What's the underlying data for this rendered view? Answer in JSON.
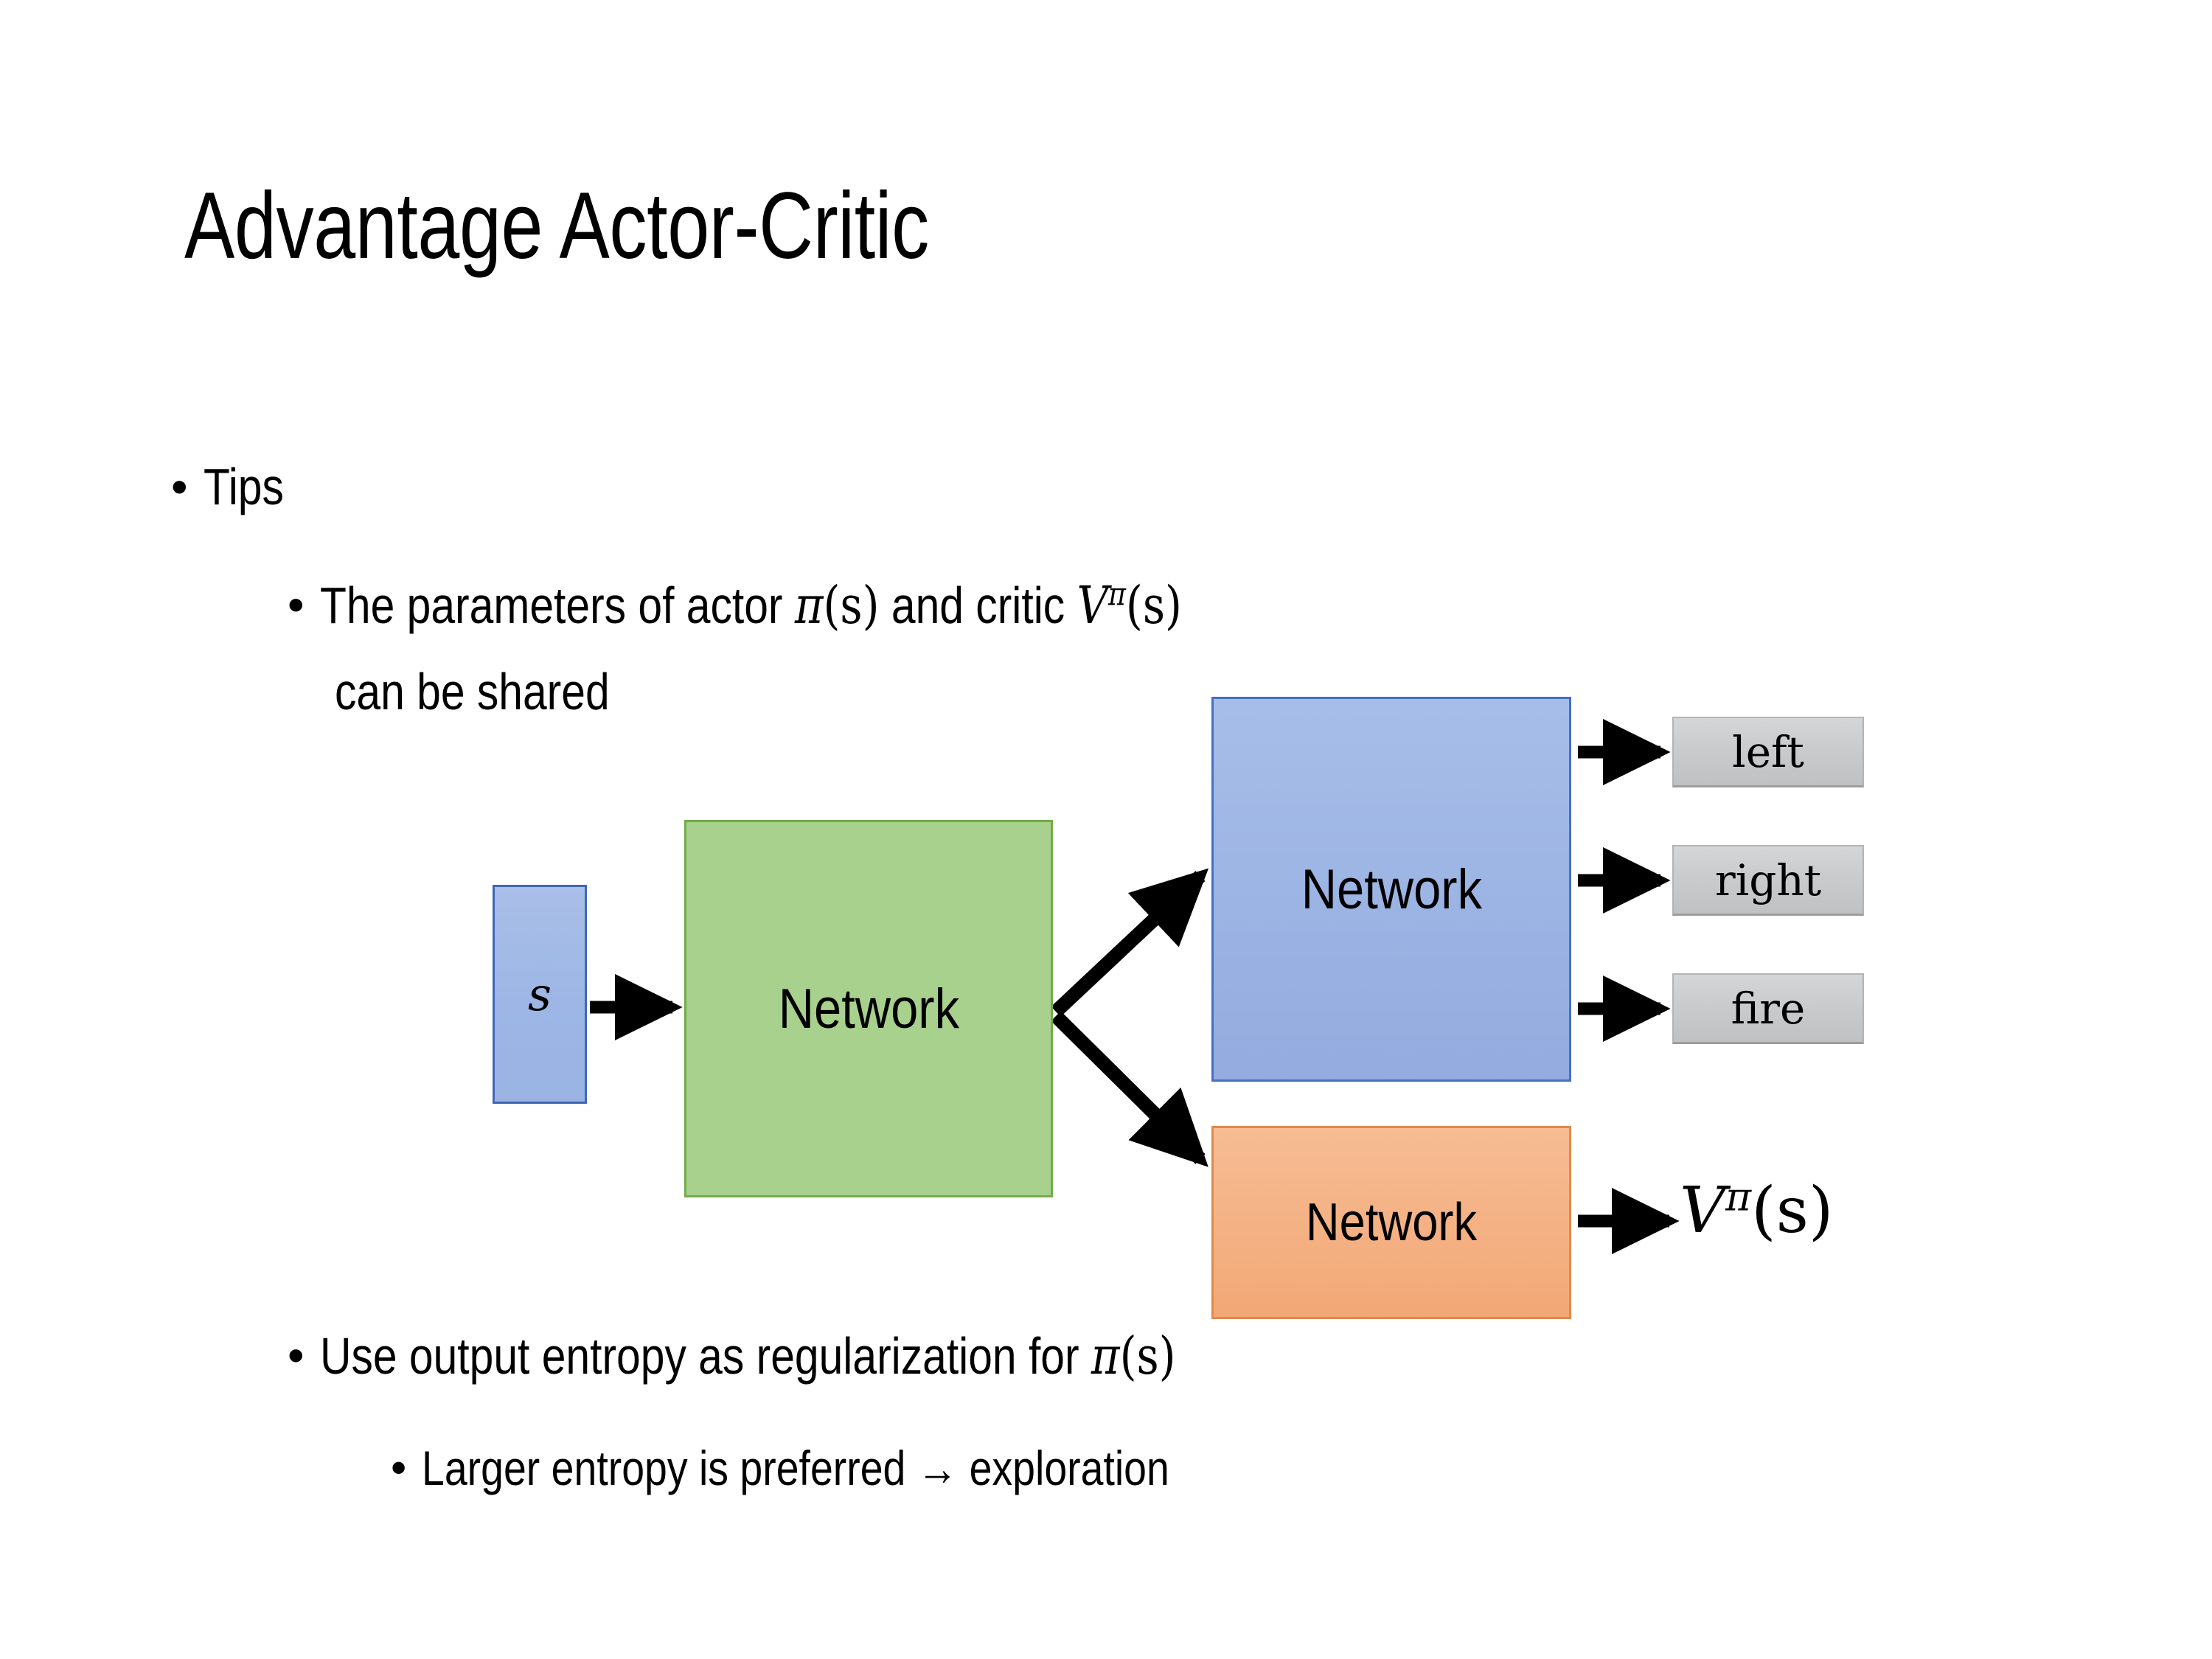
{
  "slide": {
    "title": "Advantage Actor-Critic",
    "background_color": "#ffffff",
    "text_color": "#000000"
  },
  "bullets": {
    "level1": {
      "marker": "•",
      "text": "Tips"
    },
    "level2_params": {
      "marker": "•",
      "line1_part1": "The parameters of actor ",
      "line1_math1_base": "π",
      "line1_math1_args": "(s)",
      "line1_part2": "  and critic ",
      "line1_math2_base": "V",
      "line1_math2_sup": "π",
      "line1_math2_args": "(s)",
      "line2": "can be shared"
    },
    "level2_entropy": {
      "marker": "•",
      "text_part1": "Use output entropy as regularization for ",
      "math_base": "π",
      "math_args": "(s)"
    },
    "level3_larger": {
      "marker": "•",
      "text": "Larger entropy is preferred → exploration"
    }
  },
  "diagram": {
    "state_box": {
      "label": "s",
      "fill": "#9db6e5",
      "border": "#3e68b5"
    },
    "shared_network_box": {
      "label": "Network",
      "fill": "#a9d18e",
      "border": "#72ac48"
    },
    "actor_network_box": {
      "label": "Network",
      "fill": "#9db5e4",
      "border": "#4371c3"
    },
    "critic_network_box": {
      "label": "Network",
      "fill": "#f4b183",
      "border": "#e08a4a"
    },
    "action_outputs": [
      {
        "label": "left",
        "fill": "#c9cbcd",
        "border": "#b2b4b6"
      },
      {
        "label": "right",
        "fill": "#c9cbcd",
        "border": "#b2b4b6"
      },
      {
        "label": "fire",
        "fill": "#c9cbcd",
        "border": "#b2b4b6"
      }
    ],
    "value_output": {
      "base": "V",
      "superscript": "π",
      "args": "(s)"
    },
    "arrow_color": "#000000"
  }
}
